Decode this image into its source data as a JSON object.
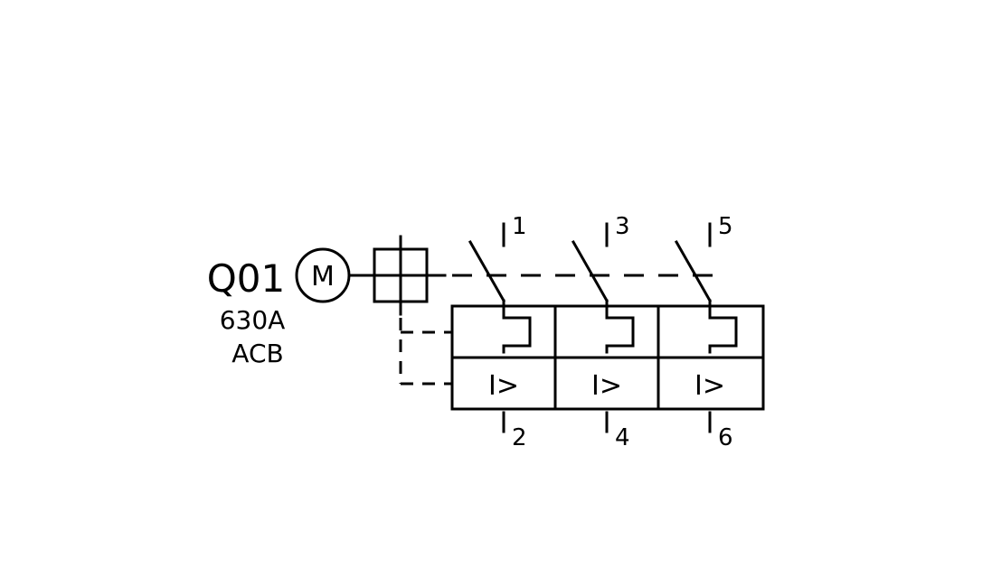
{
  "device": {
    "tag": "Q01",
    "rating": "630A",
    "type": "ACB"
  },
  "motor": {
    "symbol": "M"
  },
  "poles": [
    {
      "top_terminal": "1",
      "bottom_terminal": "2",
      "trip_label": "I>"
    },
    {
      "top_terminal": "3",
      "bottom_terminal": "4",
      "trip_label": "I>"
    },
    {
      "top_terminal": "5",
      "bottom_terminal": "6",
      "trip_label": "I>"
    }
  ],
  "colors": {
    "line": "#000000",
    "background": "#ffffff"
  }
}
